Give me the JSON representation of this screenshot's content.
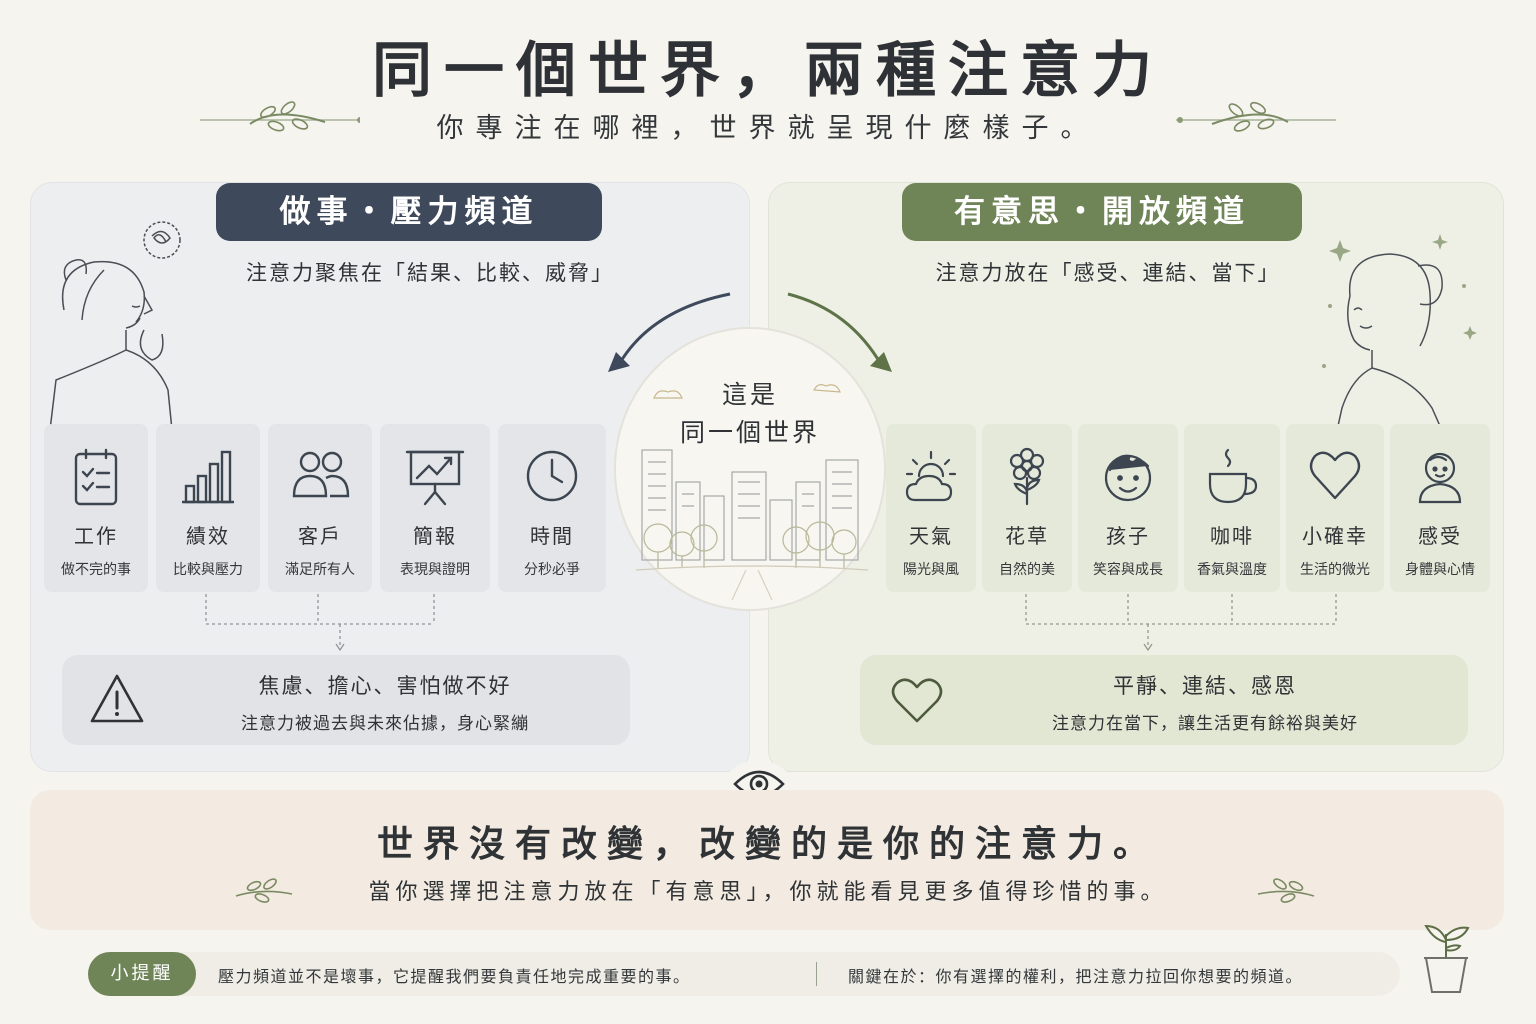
{
  "header": {
    "title": "同一個世界，兩種注意力",
    "subtitle": "你專注在哪裡，世界就呈現什麼樣子。"
  },
  "left_panel": {
    "badge": "做事・壓力頻道",
    "subtitle": "注意力聚焦在「結果、比較、威脅」",
    "cards": [
      {
        "title": "工作",
        "desc": "做不完的事",
        "icon": "checklist-icon"
      },
      {
        "title": "績效",
        "desc": "比較與壓力",
        "icon": "bar-chart-icon"
      },
      {
        "title": "客戶",
        "desc": "滿足所有人",
        "icon": "people-icon"
      },
      {
        "title": "簡報",
        "desc": "表現與證明",
        "icon": "presentation-icon"
      },
      {
        "title": "時間",
        "desc": "分秒必爭",
        "icon": "clock-icon"
      }
    ],
    "result": {
      "title": "焦慮、擔心、害怕做不好",
      "desc": "注意力被過去與未來佔據，身心緊繃",
      "icon": "warning-icon"
    }
  },
  "right_panel": {
    "badge": "有意思・開放頻道",
    "subtitle": "注意力放在「感受、連結、當下」",
    "cards": [
      {
        "title": "天氣",
        "desc": "陽光與風",
        "icon": "sun-cloud-icon"
      },
      {
        "title": "花草",
        "desc": "自然的美",
        "icon": "flower-icon"
      },
      {
        "title": "孩子",
        "desc": "笑容與成長",
        "icon": "child-face-icon"
      },
      {
        "title": "咖啡",
        "desc": "香氣與溫度",
        "icon": "coffee-cup-icon"
      },
      {
        "title": "小確幸",
        "desc": "生活的微光",
        "icon": "heart-icon"
      },
      {
        "title": "感受",
        "desc": "身體與心情",
        "icon": "person-icon"
      }
    ],
    "result": {
      "title": "平靜、連結、感恩",
      "desc": "注意力在當下，讓生活更有餘裕與美好",
      "icon": "heart-outline-icon"
    }
  },
  "center": {
    "line1": "這是",
    "line2": "同一個世界"
  },
  "message": {
    "title": "世界沒有改變，改變的是你的注意力。",
    "subtitle": "當你選擇把注意力放在「有意思」，你就能看見更多值得珍惜的事。"
  },
  "tip": {
    "badge": "小提醒",
    "text1": "壓力頻道並不是壞事，它提醒我們要負責任地完成重要的事。",
    "text2": "關鍵在於：你有選擇的權利，把注意力拉回你想要的頻道。"
  },
  "colors": {
    "left_accent": "#3e4a5b",
    "right_accent": "#6f8558",
    "background": "#f6f4ef",
    "message_bg": "#f3ebe1"
  }
}
